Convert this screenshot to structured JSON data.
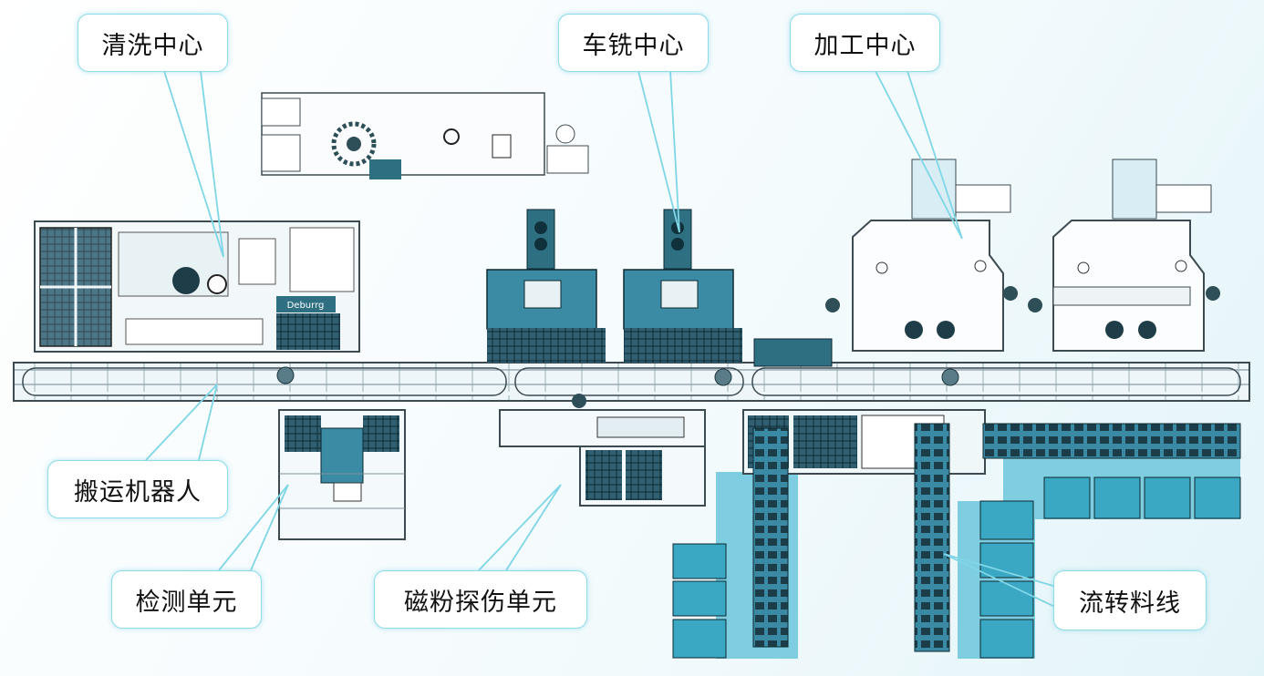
{
  "labels": {
    "cleaning_center": "清洗中心",
    "turn_mill_center": "车铣中心",
    "machining_center": "加工中心",
    "handling_robot": "搬运机器人",
    "inspection_unit": "检测单元",
    "magnetic_inspection_unit": "磁粉探伤单元",
    "transfer_line": "流转料线"
  },
  "panel_text": {
    "deburring_sign": "Deburrg"
  },
  "colors": {
    "accent": "#3fa9c6",
    "machine_dark": "#2e6f82",
    "machine_light": "#e6f3f7",
    "outline": "#3c4a52",
    "callout_border": "#8fdbe8",
    "leader_line": "#7fd6e6"
  }
}
